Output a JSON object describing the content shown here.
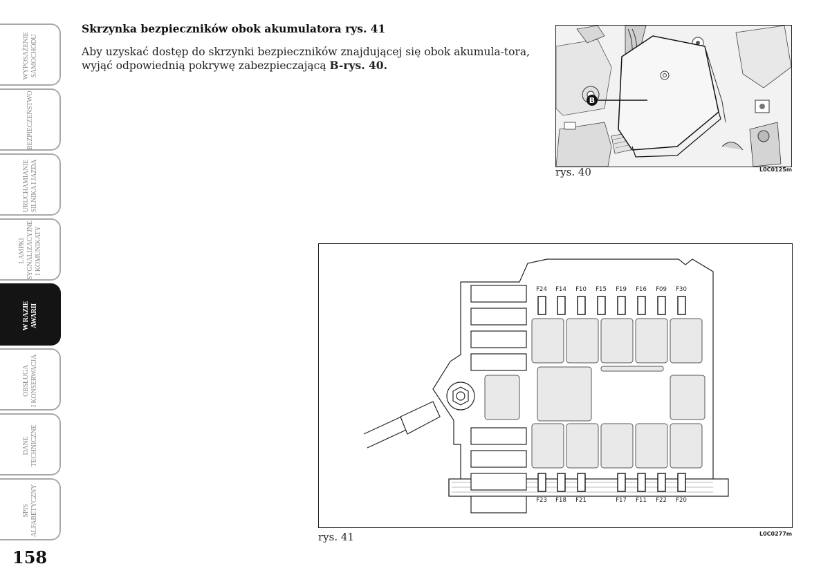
{
  "sidebar": {
    "tabs": [
      {
        "label": "WYPOSAŻENIE\nSAMOCHODU",
        "active": false
      },
      {
        "label": "BEZPIECZEŃSTWO",
        "active": false
      },
      {
        "label": "URUCHAMIANIE\nSILNIKA I JAZDA",
        "active": false
      },
      {
        "label": "LAMPKI\nSYGNALIZACYJNE\nI KOMUNIKATY",
        "active": false
      },
      {
        "label": "W RAZIE\nAWARII",
        "active": true
      },
      {
        "label": "OBSŁUGA\nI KONSERWACJA",
        "active": false
      },
      {
        "label": "DANE\nTECHNICZNE",
        "active": false
      },
      {
        "label": "SPIS\nALFABETYCZNY",
        "active": false
      }
    ]
  },
  "page": {
    "number": "158",
    "heading": "Skrzynka bezpieczników obok akumulatora rys. 41",
    "body_part1": "Aby uzyskać dostęp do skrzynki bezpieczników znajdującej się obok akumula-tora, wyjąć odpowiednią pokrywę zabezpieczającą ",
    "body_bold": "B-rys. 40."
  },
  "figure40": {
    "caption": "rys. 40",
    "code": "L0C0125m",
    "callout": "B"
  },
  "figure41": {
    "caption": "rys. 41",
    "code": "L0C0277m",
    "top_fuses": [
      "F24",
      "F14",
      "F10",
      "F15",
      "F19",
      "F16",
      "F09",
      "F30"
    ],
    "bottom_fuses": [
      "F23",
      "F18",
      "F21",
      "",
      "F17",
      "F11",
      "F22",
      "F20"
    ]
  }
}
